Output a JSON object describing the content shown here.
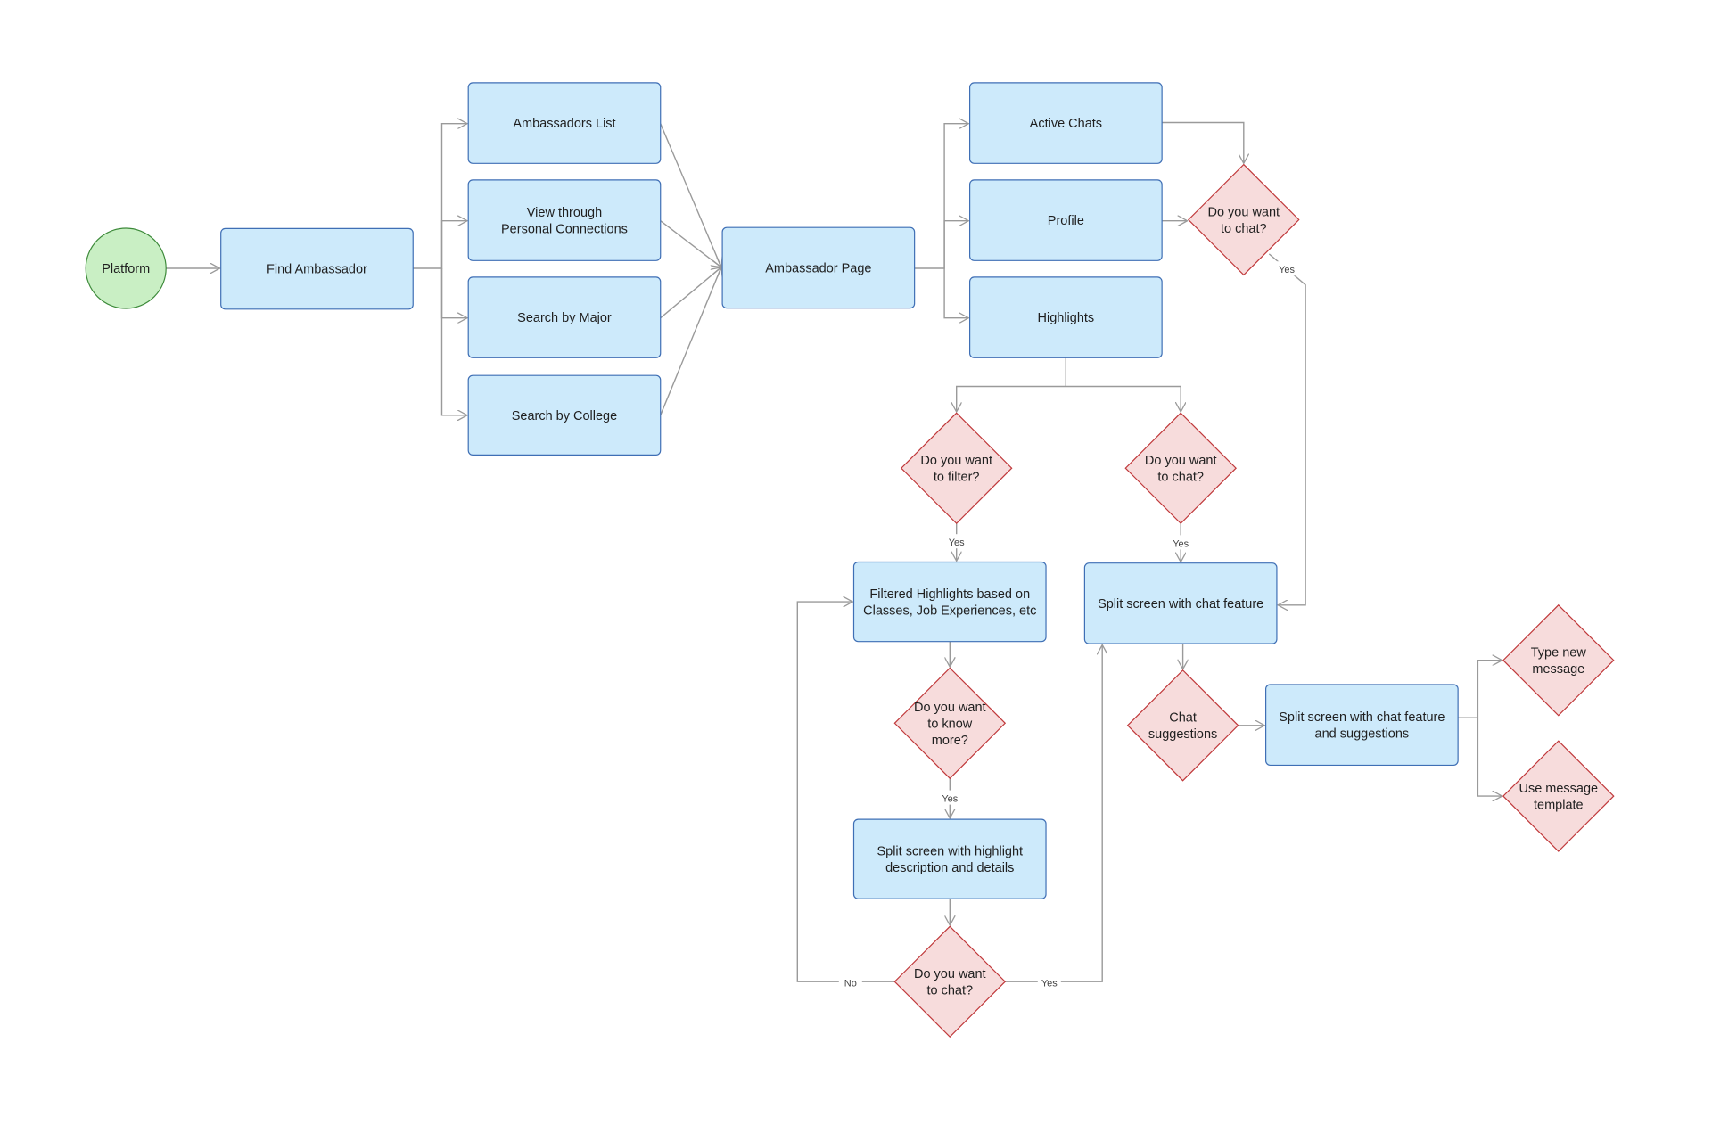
{
  "diagram": {
    "nodes": [
      {
        "id": "platform",
        "shape": "circle",
        "lines": [
          "Platform"
        ]
      },
      {
        "id": "find_ambassador",
        "shape": "rect",
        "lines": [
          "Find Ambassador"
        ]
      },
      {
        "id": "ambassadors_list",
        "shape": "rect",
        "lines": [
          "Ambassadors List"
        ]
      },
      {
        "id": "view_personal",
        "shape": "rect",
        "lines": [
          "View through",
          "Personal Connections"
        ]
      },
      {
        "id": "search_major",
        "shape": "rect",
        "lines": [
          "Search by Major"
        ]
      },
      {
        "id": "search_college",
        "shape": "rect",
        "lines": [
          "Search by College"
        ]
      },
      {
        "id": "ambassador_page",
        "shape": "rect",
        "lines": [
          "Ambassador Page"
        ]
      },
      {
        "id": "active_chats",
        "shape": "rect",
        "lines": [
          "Active Chats"
        ]
      },
      {
        "id": "profile",
        "shape": "rect",
        "lines": [
          "Profile"
        ]
      },
      {
        "id": "highlights",
        "shape": "rect",
        "lines": [
          "Highlights"
        ]
      },
      {
        "id": "chat_q_top",
        "shape": "diamond",
        "lines": [
          "Do you want",
          "to chat?"
        ]
      },
      {
        "id": "filter_q",
        "shape": "diamond",
        "lines": [
          "Do you want",
          "to filter?"
        ]
      },
      {
        "id": "chat_q_mid",
        "shape": "diamond",
        "lines": [
          "Do you want",
          "to chat?"
        ]
      },
      {
        "id": "filtered_highlights",
        "shape": "rect",
        "lines": [
          "Filtered Highlights based on",
          "Classes, Job Experiences, etc"
        ]
      },
      {
        "id": "split_chat",
        "shape": "rect",
        "lines": [
          "Split screen with chat feature"
        ]
      },
      {
        "id": "know_more_q",
        "shape": "diamond",
        "lines": [
          "Do you want",
          "to know",
          "more?"
        ]
      },
      {
        "id": "chat_suggestions",
        "shape": "diamond",
        "lines": [
          "Chat",
          "suggestions"
        ]
      },
      {
        "id": "split_chat_suggestions",
        "shape": "rect",
        "lines": [
          "Split screen with chat feature",
          "and suggestions"
        ]
      },
      {
        "id": "type_new",
        "shape": "diamond",
        "lines": [
          "Type new",
          "message"
        ]
      },
      {
        "id": "use_template",
        "shape": "diamond",
        "lines": [
          "Use message",
          "template"
        ]
      },
      {
        "id": "split_highlight",
        "shape": "rect",
        "lines": [
          "Split screen with highlight",
          "description and details"
        ]
      },
      {
        "id": "chat_q_bottom",
        "shape": "diamond",
        "lines": [
          "Do you want",
          "to chat?"
        ]
      }
    ],
    "edges": [
      {
        "from": "platform",
        "to": "find_ambassador"
      },
      {
        "from": "find_ambassador",
        "to": "ambassadors_list"
      },
      {
        "from": "find_ambassador",
        "to": "view_personal"
      },
      {
        "from": "find_ambassador",
        "to": "search_major"
      },
      {
        "from": "find_ambassador",
        "to": "search_college"
      },
      {
        "from": "ambassadors_list",
        "to": "ambassador_page"
      },
      {
        "from": "view_personal",
        "to": "ambassador_page"
      },
      {
        "from": "search_major",
        "to": "ambassador_page"
      },
      {
        "from": "search_college",
        "to": "ambassador_page"
      },
      {
        "from": "ambassador_page",
        "to": "active_chats"
      },
      {
        "from": "ambassador_page",
        "to": "profile"
      },
      {
        "from": "ambassador_page",
        "to": "highlights"
      },
      {
        "from": "active_chats",
        "to": "chat_q_top"
      },
      {
        "from": "profile",
        "to": "chat_q_top"
      },
      {
        "from": "chat_q_top",
        "to": "split_chat",
        "label": "Yes"
      },
      {
        "from": "highlights",
        "to": "filter_q"
      },
      {
        "from": "highlights",
        "to": "chat_q_mid"
      },
      {
        "from": "filter_q",
        "to": "filtered_highlights",
        "label": "Yes"
      },
      {
        "from": "chat_q_mid",
        "to": "split_chat",
        "label": "Yes"
      },
      {
        "from": "filtered_highlights",
        "to": "know_more_q"
      },
      {
        "from": "know_more_q",
        "to": "split_highlight",
        "label": "Yes"
      },
      {
        "from": "split_highlight",
        "to": "chat_q_bottom"
      },
      {
        "from": "chat_q_bottom",
        "to": "filtered_highlights",
        "label": "No"
      },
      {
        "from": "chat_q_bottom",
        "to": "split_chat",
        "label": "Yes"
      },
      {
        "from": "split_chat",
        "to": "chat_suggestions"
      },
      {
        "from": "chat_suggestions",
        "to": "split_chat_suggestions"
      },
      {
        "from": "split_chat_suggestions",
        "to": "type_new"
      },
      {
        "from": "split_chat_suggestions",
        "to": "use_template"
      }
    ],
    "colors": {
      "start_fill": "#c9efc4",
      "start_stroke": "#3d8a3a",
      "process_fill": "#cdeafb",
      "process_stroke": "#3f6fb5",
      "decision_fill": "#f7dcdc",
      "decision_stroke": "#c0393b",
      "edge": "#9a9a9a"
    }
  }
}
